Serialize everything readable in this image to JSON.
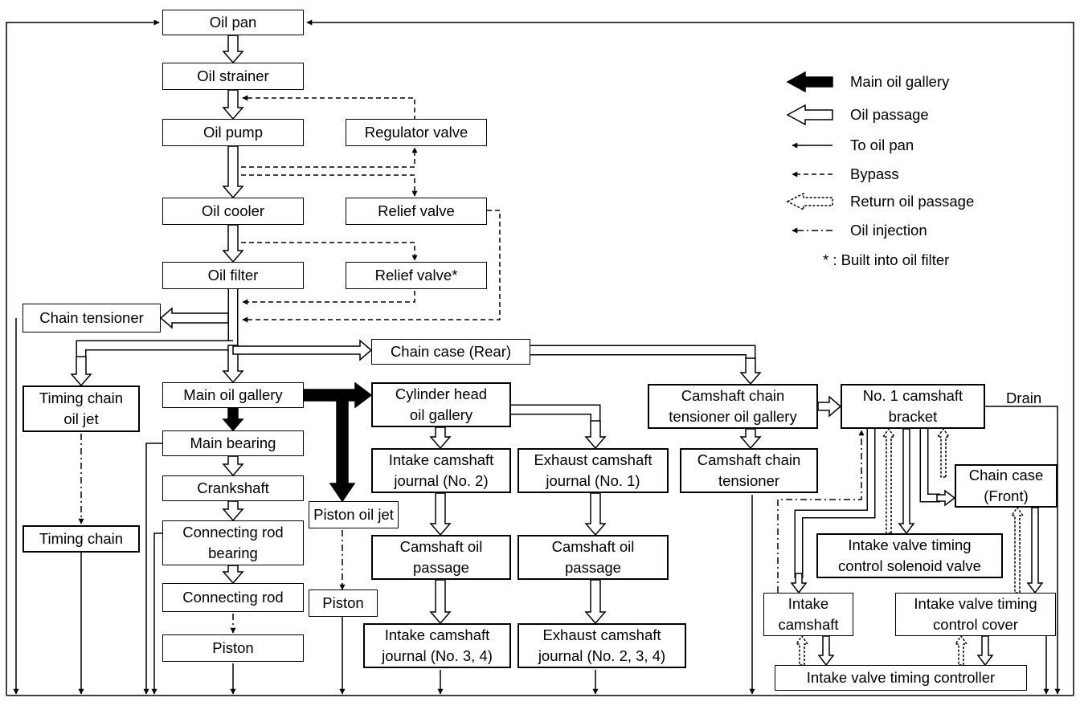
{
  "boxes": {
    "oil_pan": "Oil pan",
    "oil_strainer": "Oil strainer",
    "oil_pump": "Oil pump",
    "regulator_valve": "Regulator valve",
    "oil_cooler": "Oil cooler",
    "relief_valve": "Relief valve",
    "oil_filter": "Oil filter",
    "relief_valve_star": "Relief valve*",
    "chain_tensioner": "Chain tensioner",
    "chain_case_rear": "Chain case (Rear)",
    "timing_chain_oil_jet": "Timing chain\noil jet",
    "main_oil_gallery": "Main oil gallery",
    "cylinder_head_oil_gallery": "Cylinder head\noil gallery",
    "camshaft_chain_tensioner_oil_gallery": "Camshaft chain\ntensioner oil gallery",
    "no1_camshaft_bracket": "No. 1 camshaft\nbracket",
    "main_bearing": "Main bearing",
    "crankshaft": "Crankshaft",
    "connecting_rod_bearing": "Connecting rod\nbearing",
    "connecting_rod": "Connecting rod",
    "piston_main": "Piston",
    "timing_chain": "Timing chain",
    "piston_oil_jet": "Piston oil jet",
    "piston_jet": "Piston",
    "intake_camshaft_journal_no2": "Intake camshaft\njournal (No. 2)",
    "exhaust_camshaft_journal_no1": "Exhaust camshaft\njournal (No. 1)",
    "camshaft_oil_passage_intake": "Camshaft oil\npassage",
    "camshaft_oil_passage_exhaust": "Camshaft oil\npassage",
    "intake_camshaft_journal_no34": "Intake camshaft\njournal (No. 3, 4)",
    "exhaust_camshaft_journal_no234": "Exhaust camshaft\njournal (No. 2, 3, 4)",
    "camshaft_chain_tensioner": "Camshaft chain\ntensioner",
    "chain_case_front": "Chain case\n(Front)",
    "intake_valve_timing_control_solenoid_valve": "Intake valve timing\ncontrol solenoid valve",
    "intake_camshaft": "Intake\ncamshaft",
    "intake_valve_timing_control_cover": "Intake valve timing\ncontrol cover",
    "intake_valve_timing_controller": "Intake valve timing controller"
  },
  "labels": {
    "drain": "Drain"
  },
  "legend": {
    "main_oil_gallery": "Main oil gallery",
    "oil_passage": "Oil passage",
    "to_oil_pan": "To oil pan",
    "bypass": "Bypass",
    "return_oil_passage": "Return oil passage",
    "oil_injection": "Oil injection",
    "note": "* : Built into oil filter"
  }
}
